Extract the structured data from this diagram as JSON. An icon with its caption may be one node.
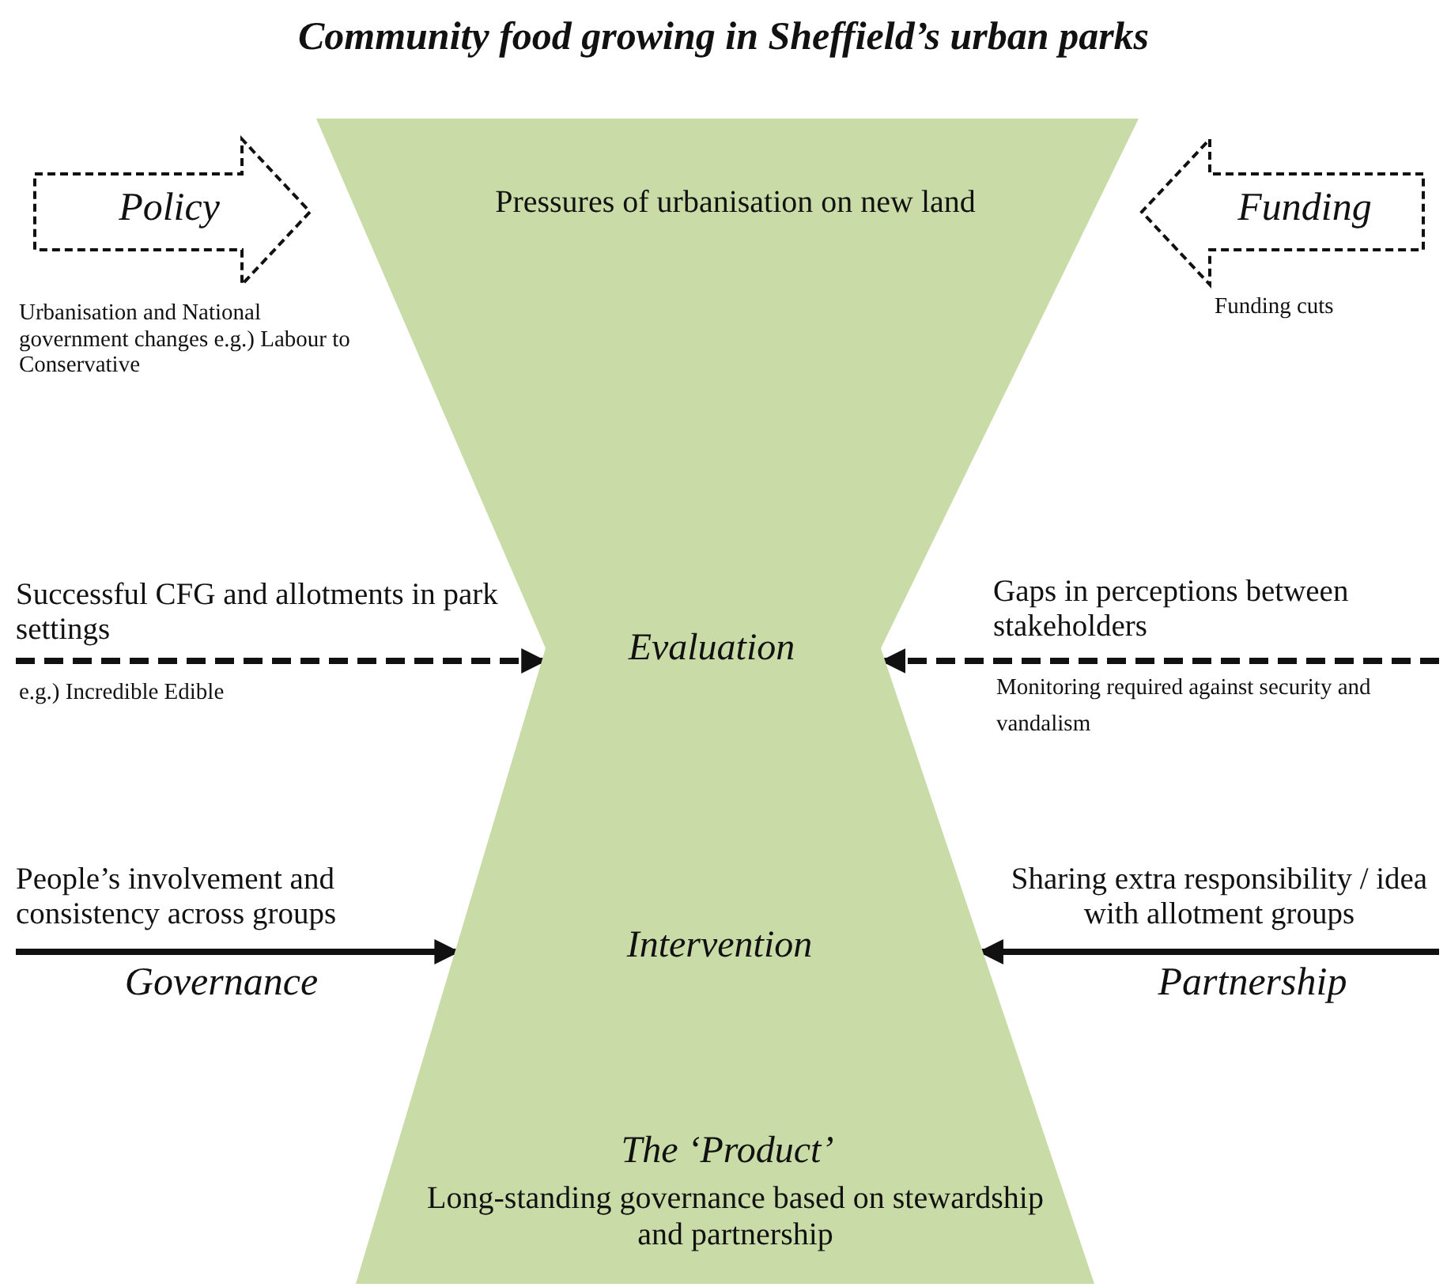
{
  "diagram": {
    "title": "Community food growing in Sheffield’s urban parks",
    "nodes": [
      {
        "text": [
          "Policy"
        ]
      },
      {
        "text": [
          "Pressures of urbanisation on new land",
          "Evaluation",
          "Intervention",
          "The ‘Product’",
          "Long-standing governance based on stewardship and partnership"
        ]
      },
      {
        "text": [
          "Funding"
        ],
        "beside": [
          "Funding cuts"
        ]
      },
      {
        "text": [
          "Successful CFG and allotments in park settings"
        ],
        "beside": [
          "e.g.) Incredible Edible"
        ]
      },
      {
        "text": [
          "Gaps in perceptions between stakeholders"
        ],
        "beside": [
          "Monitoring required against security and vandalism"
        ]
      },
      {
        "text": [
          "People’s involvement and consistency across groups",
          "Governance"
        ]
      },
      {
        "text": [
          "Sharing extra responsibility / idea with allotment groups",
          "Partnership"
        ]
      }
    ],
    "edges": [
      {
        "from": 3,
        "to": 1,
        "arrow": "to",
        "style": "dashed"
      },
      {
        "from": 4,
        "to": 1,
        "arrow": "to",
        "style": "dashed"
      },
      {
        "from": 5,
        "to": 1,
        "arrow": "to"
      },
      {
        "from": 6,
        "to": 1,
        "arrow": "to"
      }
    ],
    "labels": [
      "Urbanisation and National government changes e.g.) Labour to Conservative"
    ]
  }
}
